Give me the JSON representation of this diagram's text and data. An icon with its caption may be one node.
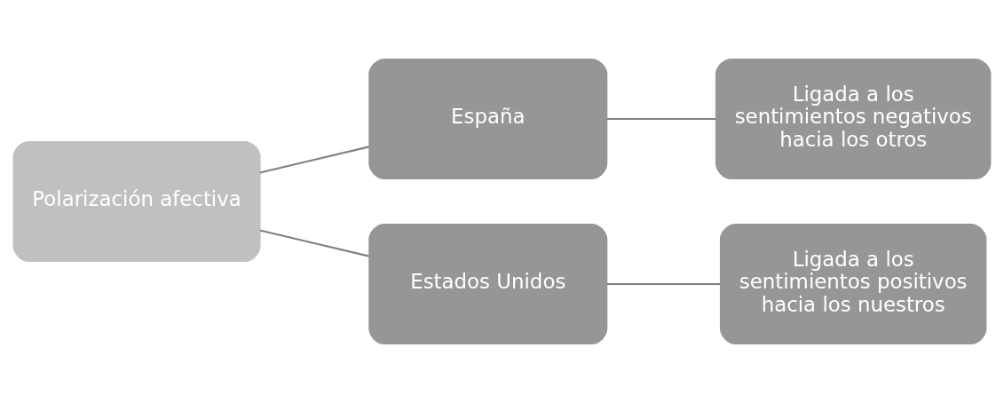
{
  "diagram": {
    "nodes": [
      {
        "text": [
          "Polarización afectiva"
        ]
      },
      {
        "text": [
          "España"
        ]
      },
      {
        "text": [
          "Estados Unidos"
        ]
      },
      {
        "text": [
          "Ligada a los sentimientos negativos hacia los otros"
        ]
      },
      {
        "text": [
          "Ligada a los sentimientos positivos hacia los nuestros"
        ]
      }
    ],
    "edges": [
      {
        "from": 0,
        "to": 1,
        "arrow": "none"
      },
      {
        "from": 0,
        "to": 2,
        "arrow": "none"
      },
      {
        "from": 1,
        "to": 3,
        "arrow": "none"
      },
      {
        "from": 2,
        "to": 4,
        "arrow": "none"
      }
    ]
  }
}
